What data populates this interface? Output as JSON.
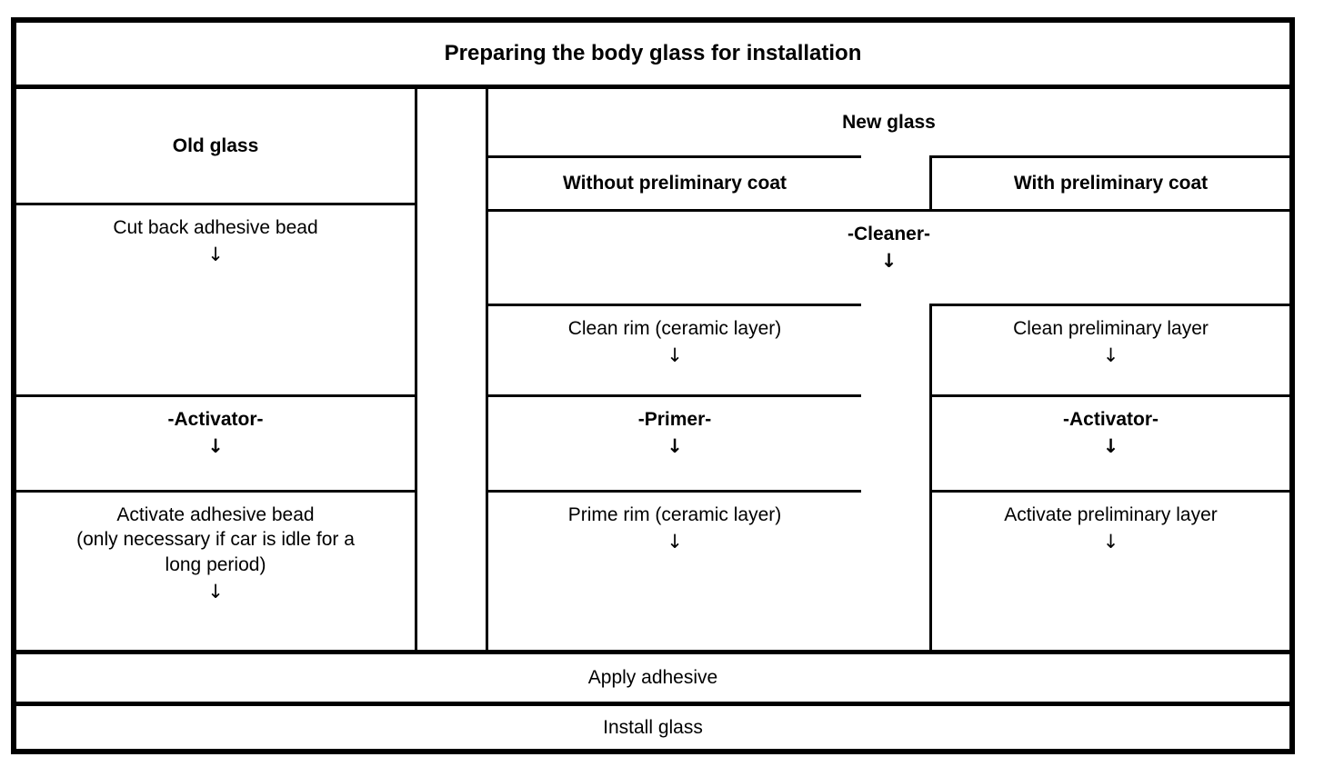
{
  "title": "Preparing the body glass for installation",
  "columns": {
    "old_glass": "Old glass",
    "new_glass": "New glass",
    "without_coat": "Without preliminary coat",
    "with_coat": "With preliminary coat"
  },
  "steps": {
    "old_cut_back": "Cut back adhesive bead",
    "cleaner": "-Cleaner-",
    "clean_rim": "Clean rim (ceramic layer)",
    "clean_preliminary": "Clean preliminary layer",
    "activator_old": "-Activator-",
    "primer": "-Primer-",
    "activator_new": "-Activator-",
    "activate_bead": "Activate adhesive bead\n(only necessary if car is idle for a\nlong period)",
    "prime_rim": "Prime rim (ceramic layer)",
    "activate_preliminary": "Activate preliminary layer"
  },
  "footer": {
    "apply_adhesive": "Apply adhesive",
    "install_glass": "Install glass"
  },
  "arrow_glyph": "↓",
  "colors": {
    "border": "#000000",
    "background": "#ffffff",
    "text": "#000000"
  }
}
